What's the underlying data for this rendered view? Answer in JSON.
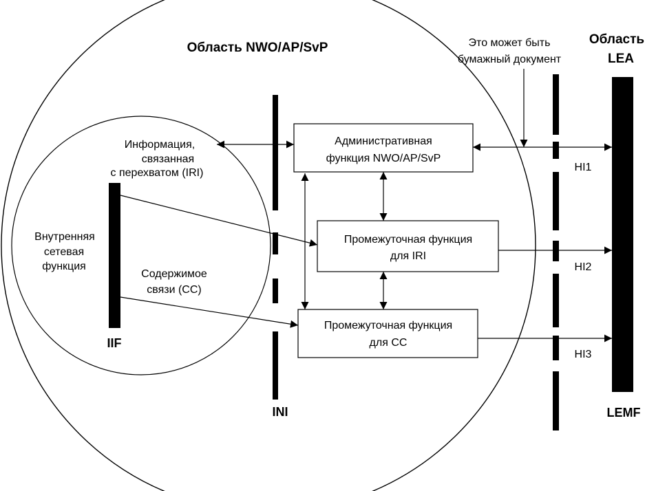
{
  "domain_title": "Область NWO/AP/SvP",
  "lea_title_line1": "Область",
  "lea_title_line2": "LEA",
  "paper_note_line1": "Это может быть",
  "paper_note_line2": "бумажный  документ",
  "admin_box_line1": "Административная",
  "admin_box_line2": "функция NWO/AP/SvP",
  "iri_box_line1": "Промежуточная функция",
  "iri_box_line2": "для IRI",
  "cc_box_line1": "Промежуточная функция",
  "cc_box_line2": "для CC",
  "iri_label_line1": "Информация,",
  "iri_label_line2": "связанная",
  "iri_label_line3": "с перехватом (IRI)",
  "inf_label_line1": "Внутренняя",
  "inf_label_line2": "сетевая",
  "inf_label_line3": "функция",
  "cc_label_line1": "Содержимое",
  "cc_label_line2": "связи (CC)",
  "iif_label": "IIF",
  "ini_label": "INI",
  "hi1_label": "HI1",
  "hi2_label": "HI2",
  "hi3_label": "HI3",
  "lemf_label": "LEMF",
  "line_color": "#000000",
  "background_color": "#ffffff"
}
